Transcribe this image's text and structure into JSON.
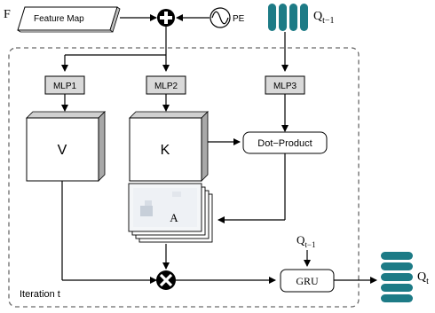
{
  "labels": {
    "f": "F",
    "feature_map": "Feature Map",
    "pe": "PE",
    "q_prev": "Q",
    "q_prev_sub": "t−1",
    "mlp1": "MLP1",
    "mlp2": "MLP2",
    "mlp3": "MLP3",
    "v": "V",
    "k": "K",
    "dot_product": "Dot−Product",
    "a": "A",
    "gru_q": "Q",
    "gru_q_sub": "t−1",
    "gru": "GRU",
    "q_out": "Q",
    "q_out_sub": "t",
    "iteration": "Iteration t"
  },
  "icons": {
    "add": "circle-plus-icon",
    "multiply": "circle-x-icon",
    "pe": "sine-wave-icon"
  },
  "colors": {
    "token_teal": "#1d7b86",
    "mlp_fill": "#d9d9d9",
    "stroke": "#000000",
    "dashed_border": "#6b6b6b"
  }
}
